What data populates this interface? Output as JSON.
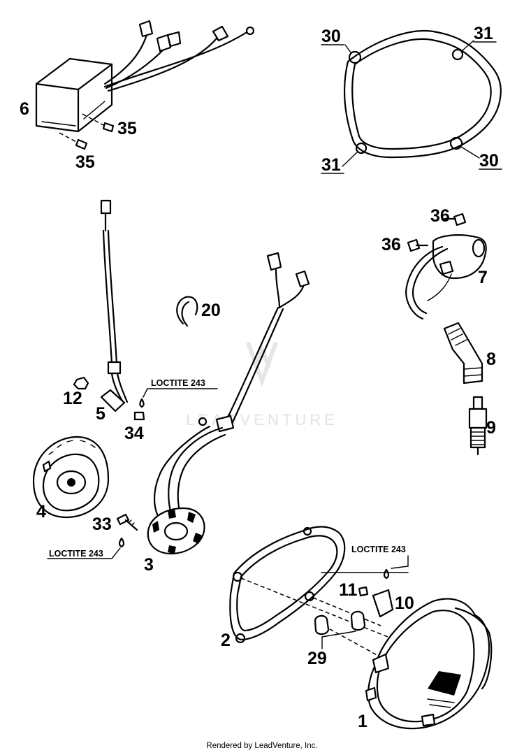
{
  "callouts": {
    "c1": "1",
    "c2": "2",
    "c3": "3",
    "c4": "4",
    "c5": "5",
    "c6": "6",
    "c7": "7",
    "c8": "8",
    "c9": "9",
    "c10": "10",
    "c11": "11",
    "c12": "12",
    "c20": "20",
    "c29": "29",
    "c30a": "30",
    "c30b": "30",
    "c31a": "31",
    "c31b": "31",
    "c33": "33",
    "c34": "34",
    "c35a": "35",
    "c35b": "35",
    "c36a": "36",
    "c36b": "36"
  },
  "notes": {
    "loctite_a": "LOCTITE 243",
    "loctite_b": "LOCTITE 243",
    "loctite_c": "LOCTITE 243"
  },
  "watermark": "LEADVENTURE",
  "footer": "Rendered by LeadVenture, Inc."
}
